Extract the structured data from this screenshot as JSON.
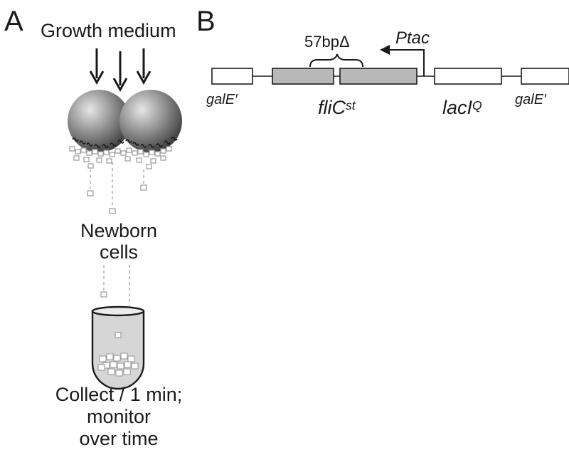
{
  "panel_a": {
    "letter": "A",
    "input_label": "Growth medium",
    "newborn_label_line1": "Newborn",
    "newborn_label_line2": "cells",
    "collect_line1": "Collect / 1 min;",
    "collect_line2": "monitor",
    "collect_line3": "over time"
  },
  "panel_b": {
    "letter": "B",
    "deletion_label": "57bpΔ",
    "promoter_label": "Ptac",
    "genes": {
      "galE_left": "galE′",
      "fliC_base": "fliC",
      "fliC_sup": "st",
      "lacI_base": "lacI",
      "lacI_sup": "Q",
      "galE_right": "galE′"
    }
  },
  "colors": {
    "ink": "#1a1a1a",
    "gene_fill": "#b8b8b8",
    "sphere": "#7a7a7a",
    "cell_outline": "#9a9a9a",
    "tube_fill": "#d6d6d6"
  }
}
